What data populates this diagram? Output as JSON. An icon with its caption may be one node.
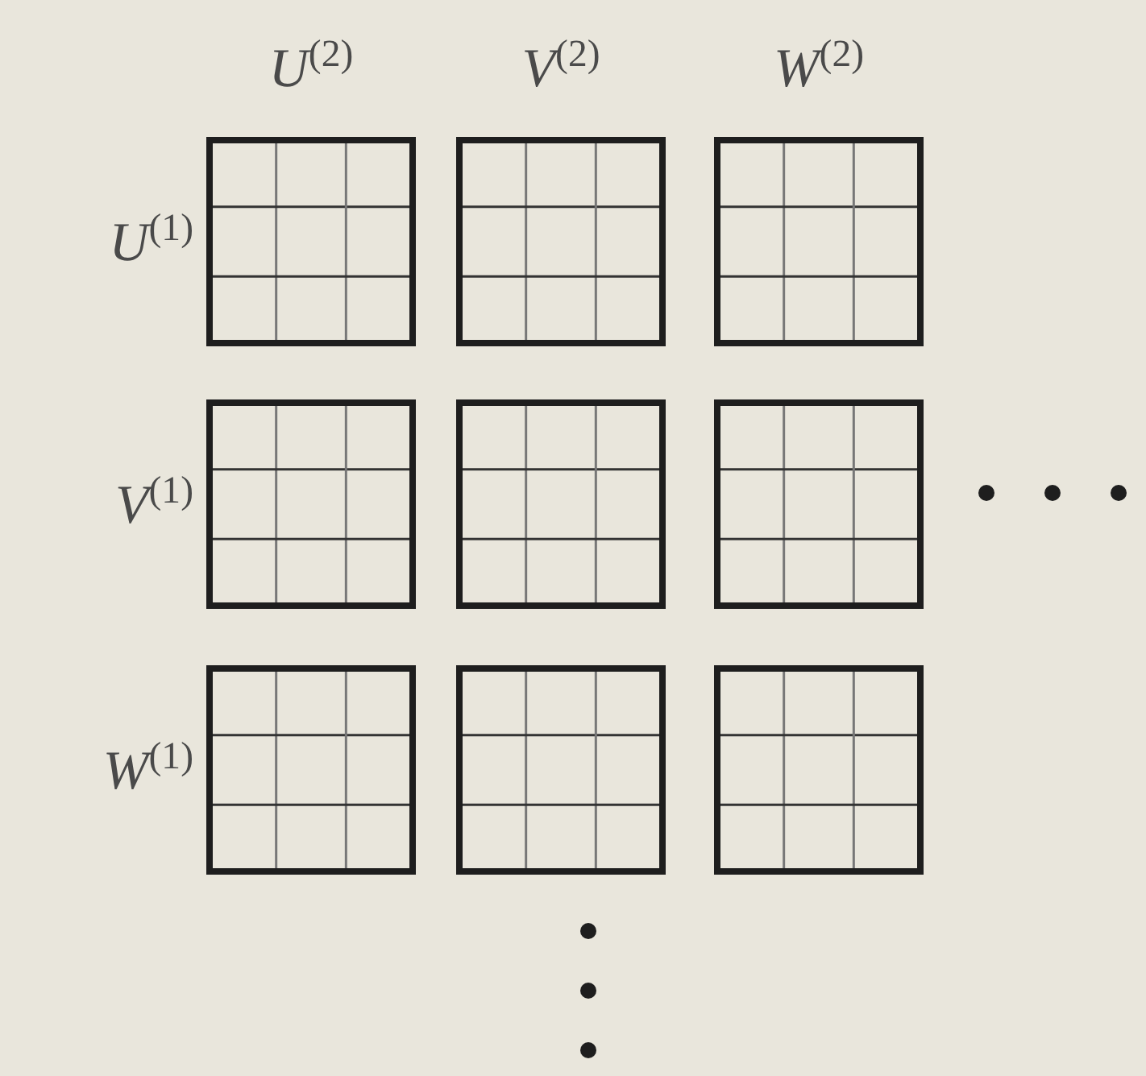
{
  "diagram": {
    "labels": [
      "*U*$^{(2)}$",
      "*V*$^{(2)}$",
      "*W*$^{(2)}$",
      "*U*$^{(1)}$",
      "*V*$^{(1)}$",
      "*W*$^{(1)}$"
    ]
  }
}
